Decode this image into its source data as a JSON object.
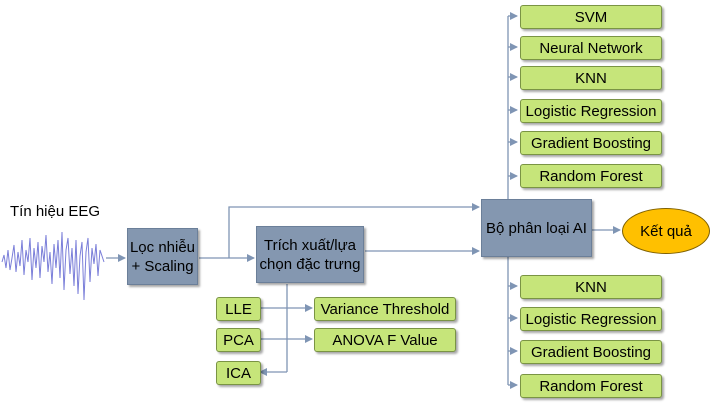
{
  "input": {
    "label": "Tín hiệu EEG"
  },
  "steps": {
    "preprocess": [
      "Lọc nhiễu",
      "+ Scaling"
    ],
    "features": [
      "Trích xuất/lựa",
      "chọn đặc trưng"
    ],
    "classifier": "Bộ phân loại AI",
    "result": "Kết quả"
  },
  "reduction_methods": [
    "LLE",
    "PCA",
    "ICA"
  ],
  "selection_methods": [
    "Variance Threshold",
    "ANOVA F Value"
  ],
  "classifiers_top": [
    "SVM",
    "Neural Network",
    "KNN",
    "Logistic Regression",
    "Gradient Boosting",
    "Random Forest"
  ],
  "classifiers_bottom": [
    "KNN",
    "Logistic Regression",
    "Gradient Boosting",
    "Random Forest"
  ],
  "colors": {
    "process_box": "#8497b0",
    "method_box": "#c6e57a",
    "result_oval": "#ffc000",
    "arrow": "#7f95b4",
    "signal": "#7b7fd9"
  }
}
